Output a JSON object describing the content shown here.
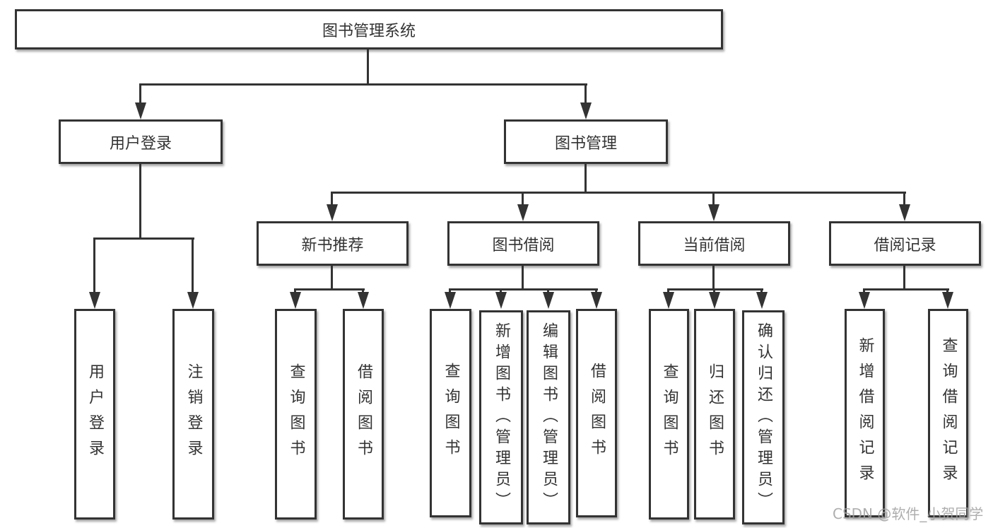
{
  "tree": {
    "label": "图书管理系统",
    "children": [
      {
        "label": "用户登录",
        "children": [
          {
            "label": "用户登录"
          },
          {
            "label": "注销登录"
          }
        ]
      },
      {
        "label": "图书管理",
        "children": [
          {
            "label": "新书推荐",
            "children": [
              {
                "label": "查询图书"
              },
              {
                "label": "借阅图书"
              }
            ]
          },
          {
            "label": "图书借阅",
            "children": [
              {
                "label": "查询图书"
              },
              {
                "label": "新增图书（管理员）"
              },
              {
                "label": "编辑图书（管理员）"
              },
              {
                "label": "借阅图书"
              }
            ]
          },
          {
            "label": "当前借阅",
            "children": [
              {
                "label": "查询图书"
              },
              {
                "label": "归还图书"
              },
              {
                "label": "确认归还（管理员）"
              }
            ]
          },
          {
            "label": "借阅记录",
            "children": [
              {
                "label": "新增借阅记录"
              },
              {
                "label": "查询借阅记录"
              }
            ]
          }
        ]
      }
    ]
  },
  "watermark": "CSDN @软件_小贺同学",
  "colors": {
    "line": "#333333",
    "text": "#333333",
    "watermark": "#a0a0a0"
  }
}
